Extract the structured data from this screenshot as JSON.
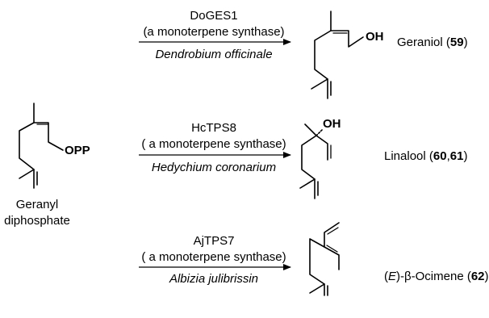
{
  "substrate": {
    "group": "OPP",
    "name_line1": "Geranyl",
    "name_line2": "diphosphate"
  },
  "reactions": [
    {
      "enzyme": "DoGES1",
      "enzyme_class": "(a monoterpene synthase)",
      "organism": "Dendrobium officinale",
      "product_group": "OH",
      "product_name": "Geraniol",
      "product_refs": [
        "59"
      ]
    },
    {
      "enzyme": "HcTPS8",
      "enzyme_class": "( a monoterpene synthase)",
      "organism": "Hedychium coronarium",
      "product_group": "OH",
      "product_name": "Linalool",
      "product_refs": [
        "60",
        "61"
      ]
    },
    {
      "enzyme": "AjTPS7",
      "enzyme_class": "( a monoterpene synthase)",
      "organism": "Albizia julibrissin",
      "product_prefix": "E",
      "product_name": "-β-Ocimene",
      "product_refs": [
        "62"
      ]
    }
  ]
}
